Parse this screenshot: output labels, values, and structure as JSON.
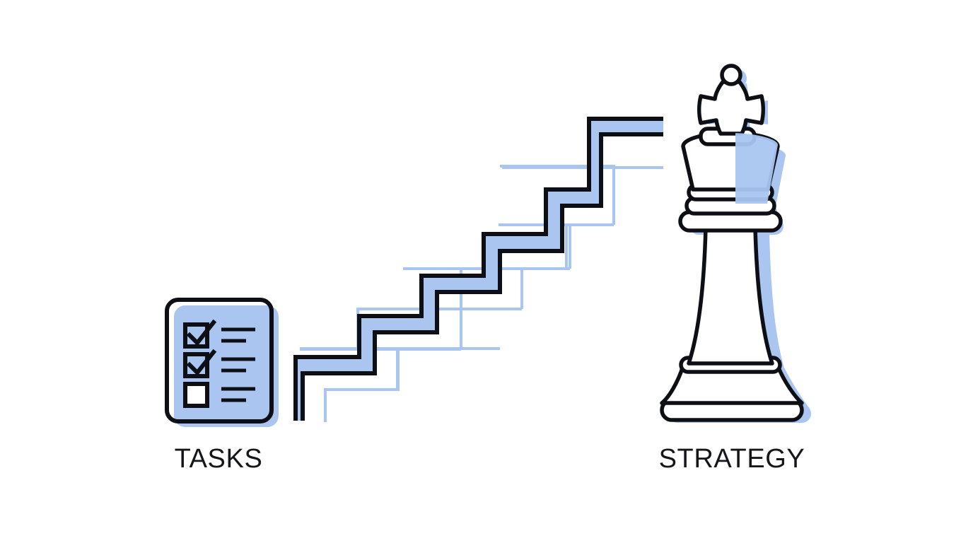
{
  "illustration": {
    "title": "Tasks to Strategy progression",
    "background_color": "#ffffff",
    "ink_color": "#0d0f14",
    "accent_fill": "#a9c5f0",
    "accent_line": "#a9c5f0",
    "shadow_fill": "#aac7f2"
  },
  "labels": {
    "left": "TASKS",
    "right": "STRATEGY"
  },
  "left_icon": {
    "name": "checklist-clipboard",
    "rows": [
      {
        "checkbox": "checked",
        "line_long": true,
        "line_short": true
      },
      {
        "checkbox": "checked",
        "line_long": true,
        "line_short": true
      },
      {
        "checkbox": "unchecked",
        "line_long": true,
        "line_short": true
      }
    ]
  },
  "stairs": {
    "name": "staircase",
    "step_count": 5,
    "direction": "ascending-right"
  },
  "right_icon": {
    "name": "chess-king-piece",
    "parts": [
      "ball-finial",
      "cross",
      "collar",
      "crown-bell",
      "ring-stack",
      "neck",
      "base"
    ]
  }
}
